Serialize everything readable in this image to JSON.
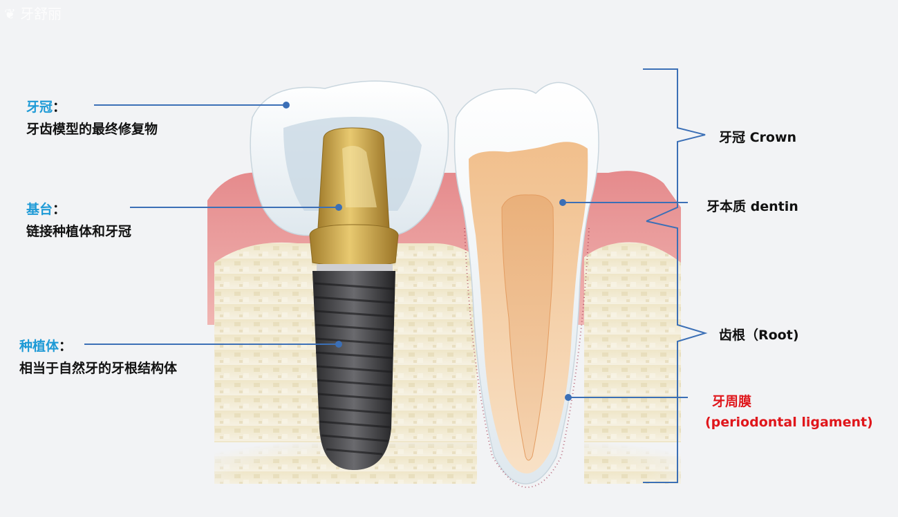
{
  "watermark": {
    "text": "牙舒丽",
    "icon": "tooth-logo-icon"
  },
  "left_labels": {
    "crown": {
      "title": "牙冠",
      "colon": "：",
      "desc": "牙齿模型的最终修复物"
    },
    "abutment": {
      "title": "基台",
      "colon": "：",
      "desc": "链接种植体和牙冠"
    },
    "implant": {
      "title": "种植体",
      "colon": "：",
      "desc": "相当于自然牙的牙根结构体"
    }
  },
  "right_labels": {
    "crown": "牙冠  Crown",
    "dentin": "牙本质  dentin",
    "root": "齿根（Root)",
    "pdl_cn": "牙周膜",
    "pdl_en": "(periodontal ligament)"
  },
  "colors": {
    "accent_blue": "#1e9ad6",
    "line_blue": "#3b6fb6",
    "label_red": "#e0161b",
    "gum": "#e27e80",
    "bone": "#ece2c2",
    "dentin": "#f3c79a",
    "gold": "#c8a24a",
    "implant_body": "#3a3a3c"
  }
}
